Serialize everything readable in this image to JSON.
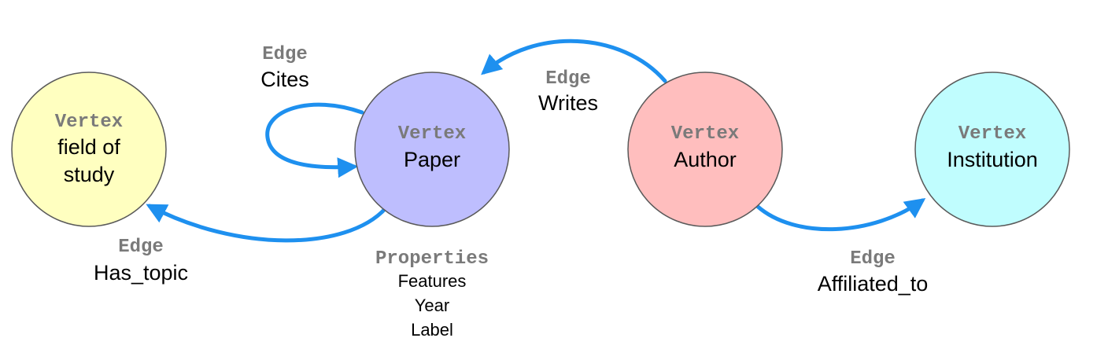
{
  "colors": {
    "edge": "#1e90ef",
    "node_stroke": "#5a5a5a",
    "keyword": "#7a7a7a",
    "field_of_study": "#ffffc0",
    "paper": "#bebefe",
    "author": "#ffbebe",
    "institution": "#c0fdfe"
  },
  "vertices": {
    "field_of_study": {
      "kind": "Vertex",
      "name_line1": "field of",
      "name_line2": "study"
    },
    "paper": {
      "kind": "Vertex",
      "name": "Paper"
    },
    "author": {
      "kind": "Vertex",
      "name": "Author"
    },
    "institution": {
      "kind": "Vertex",
      "name": "Institution"
    }
  },
  "edges": {
    "cites": {
      "kind": "Edge",
      "name": "Cites"
    },
    "writes": {
      "kind": "Edge",
      "name": "Writes"
    },
    "has_topic": {
      "kind": "Edge",
      "name": "Has_topic"
    },
    "affiliated_to": {
      "kind": "Edge",
      "name": "Affiliated_to"
    }
  },
  "properties": {
    "title": "Properties",
    "items": [
      "Features",
      "Year",
      "Label"
    ]
  }
}
